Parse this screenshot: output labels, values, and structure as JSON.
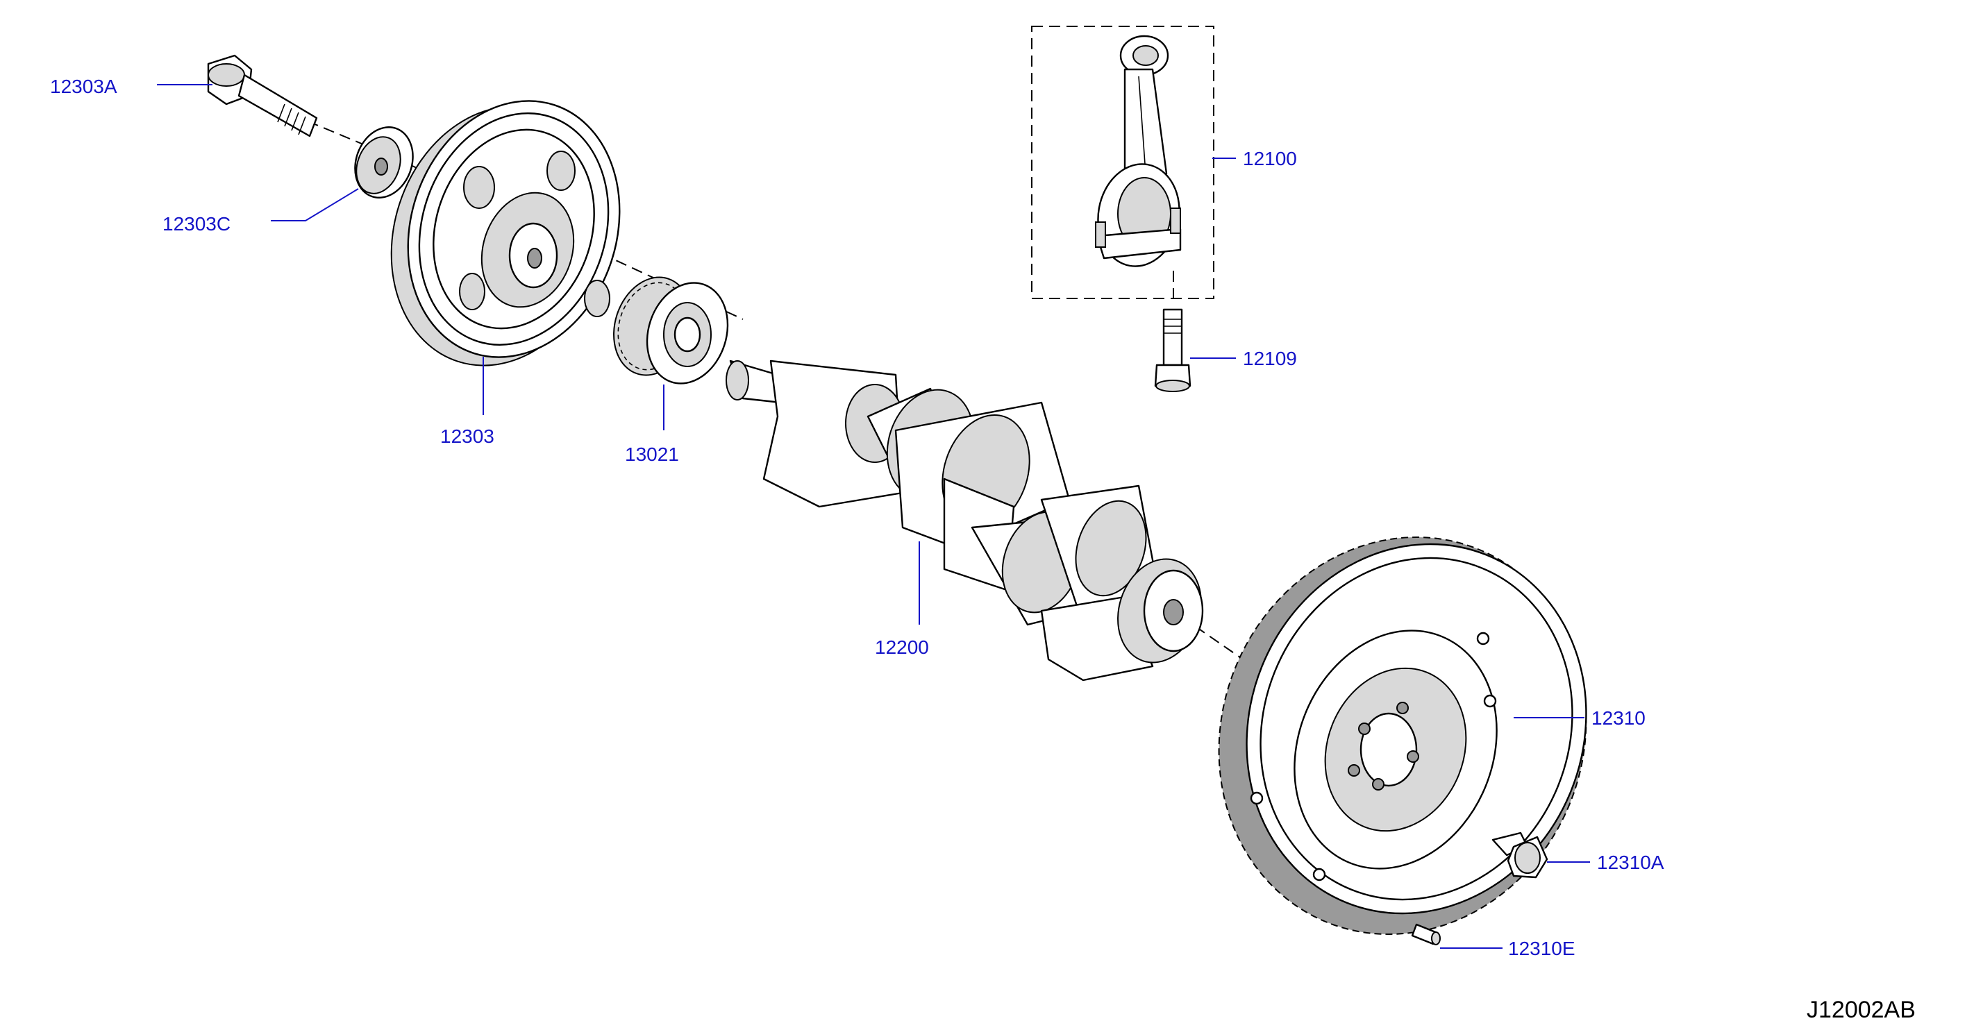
{
  "diagram": {
    "accent_color": "#1414c8",
    "ink_color": "#000000",
    "parts": [
      {
        "id": "12303A",
        "label": "12303A",
        "icon": "crank-pulley-bolt-icon"
      },
      {
        "id": "12303C",
        "label": "12303C",
        "icon": "washer-icon"
      },
      {
        "id": "12303",
        "label": "12303",
        "icon": "crankshaft-pulley-icon"
      },
      {
        "id": "13021",
        "label": "13021",
        "icon": "crankshaft-sprocket-icon"
      },
      {
        "id": "12100",
        "label": "12100",
        "icon": "connecting-rod-icon"
      },
      {
        "id": "12109",
        "label": "12109",
        "icon": "connecting-rod-bolt-icon"
      },
      {
        "id": "12200",
        "label": "12200",
        "icon": "crankshaft-icon"
      },
      {
        "id": "12310",
        "label": "12310",
        "icon": "flywheel-icon"
      },
      {
        "id": "12310A",
        "label": "12310A",
        "icon": "flywheel-bolt-icon"
      },
      {
        "id": "12310E",
        "label": "12310E",
        "icon": "dowel-pin-icon"
      }
    ],
    "figure_code": "J12002AB"
  }
}
